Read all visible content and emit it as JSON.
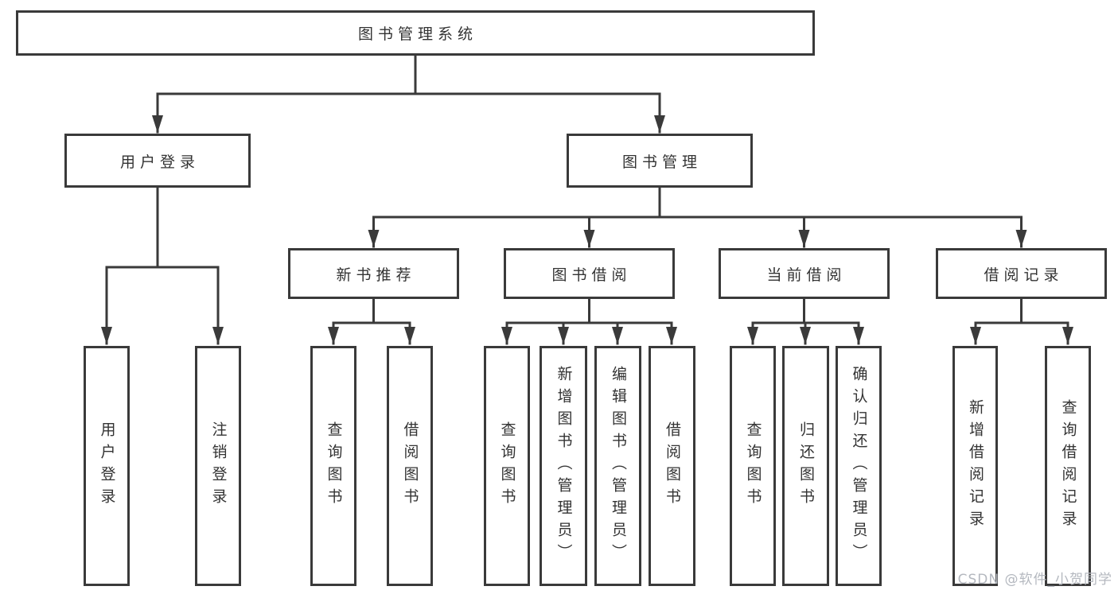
{
  "diagram": {
    "root": {
      "label": "图书管理系统"
    },
    "branches": [
      {
        "label": "用户登录",
        "children": [
          {
            "label": "用户登录"
          },
          {
            "label": "注销登录"
          }
        ]
      },
      {
        "label": "图书管理",
        "children": [
          {
            "label": "新书推荐",
            "children": [
              {
                "label": "查询图书"
              },
              {
                "label": "借阅图书"
              }
            ]
          },
          {
            "label": "图书借阅",
            "children": [
              {
                "label": "查询图书"
              },
              {
                "label": "新增图书（管理员）"
              },
              {
                "label": "编辑图书（管理员）"
              },
              {
                "label": "借阅图书"
              }
            ]
          },
          {
            "label": "当前借阅",
            "children": [
              {
                "label": "查询图书"
              },
              {
                "label": "归还图书"
              },
              {
                "label": "确认归还（管理员）"
              }
            ]
          },
          {
            "label": "借阅记录",
            "children": [
              {
                "label": "新增借阅记录"
              },
              {
                "label": "查询借阅记录"
              }
            ]
          }
        ]
      }
    ]
  },
  "watermark": {
    "text": "CSDN @软件_小贺同学"
  },
  "colors": {
    "line": "#3a3a3a",
    "box_border": "#3a3a3a",
    "text": "#333333",
    "watermark": "#b4b8bf",
    "background": "#ffffff"
  }
}
